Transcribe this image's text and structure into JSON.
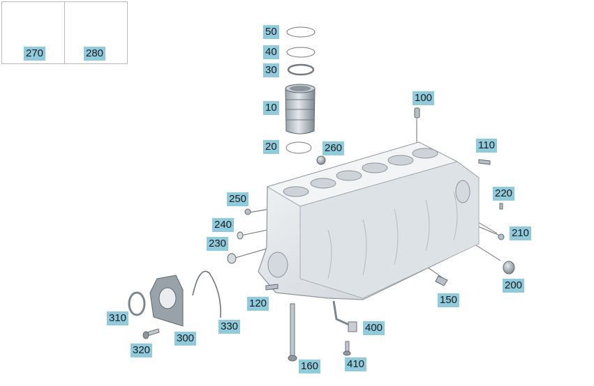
{
  "diagram": {
    "colors": {
      "callout_bg": "#8fcbdc",
      "callout_text": "#1a1a1a",
      "part_fill": "#e6eaee",
      "part_stroke": "#8f979f",
      "leader": "#6d6d6d",
      "inset_border": "#b9b9b9"
    },
    "inset_parts": [
      {
        "id": "p270",
        "label": "270"
      },
      {
        "id": "p280",
        "label": "280"
      }
    ],
    "callouts": [
      {
        "id": "c50",
        "label": "50"
      },
      {
        "id": "c40",
        "label": "40"
      },
      {
        "id": "c30",
        "label": "30"
      },
      {
        "id": "c10",
        "label": "10"
      },
      {
        "id": "c20",
        "label": "20"
      },
      {
        "id": "c260",
        "label": "260"
      },
      {
        "id": "c100",
        "label": "100"
      },
      {
        "id": "c110",
        "label": "110"
      },
      {
        "id": "c220",
        "label": "220"
      },
      {
        "id": "c210",
        "label": "210"
      },
      {
        "id": "c200",
        "label": "200"
      },
      {
        "id": "c150",
        "label": "150"
      },
      {
        "id": "c250",
        "label": "250"
      },
      {
        "id": "c240",
        "label": "240"
      },
      {
        "id": "c230",
        "label": "230"
      },
      {
        "id": "c120",
        "label": "120"
      },
      {
        "id": "c310",
        "label": "310"
      },
      {
        "id": "c320",
        "label": "320"
      },
      {
        "id": "c300",
        "label": "300"
      },
      {
        "id": "c330",
        "label": "330"
      },
      {
        "id": "c160",
        "label": "160"
      },
      {
        "id": "c400",
        "label": "400"
      },
      {
        "id": "c410",
        "label": "410"
      }
    ]
  }
}
